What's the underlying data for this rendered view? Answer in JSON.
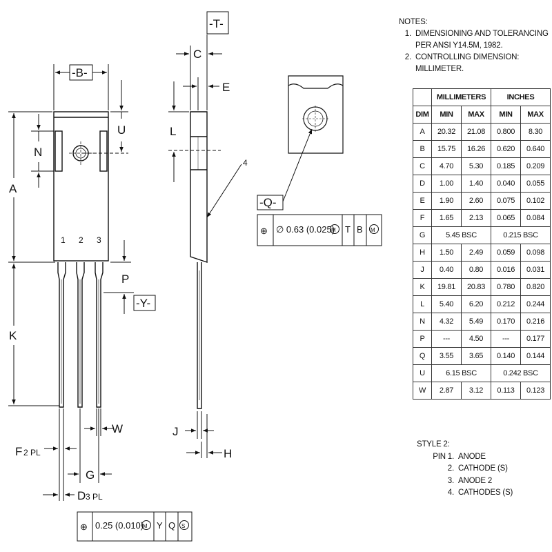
{
  "datum_labels": {
    "b": "-B-",
    "t": "-T-",
    "q": "-Q-",
    "y": "-Y-"
  },
  "dimension_labels": {
    "a": "A",
    "c": "C",
    "e": "E",
    "f": "F",
    "g": "G",
    "h": "H",
    "j": "J",
    "k": "K",
    "l": "L",
    "n": "N",
    "p": "P",
    "u": "U",
    "w": "W",
    "d": "D",
    "pl_suffix_f": "2 PL",
    "pl_suffix_d": "3 PL",
    "callout_4": "4"
  },
  "pin_numbers": [
    "1",
    "2",
    "3"
  ],
  "feature_control_top": {
    "symbol": "⊕",
    "value": "∅ 0.63 (0.025)",
    "modifier_1": "M",
    "datum_1": "T",
    "datum_2": "B",
    "modifier_2": "M"
  },
  "feature_control_bottom": {
    "symbol": "⊕",
    "value": "0.25 (0.010)",
    "modifier_1": "M",
    "datum_1": "Y",
    "datum_2": "Q",
    "modifier_2": "S"
  },
  "notes": {
    "heading": "NOTES:",
    "items": [
      {
        "num": "1.",
        "text": "DIMENSIONING AND TOLERANCING PER ANSI Y14.5M, 1982."
      },
      {
        "num": "2.",
        "text": "CONTROLLING DIMENSION: MILLIMETER."
      }
    ]
  },
  "table": {
    "group_headers": [
      "MILLIMETERS",
      "INCHES"
    ],
    "sub_headers": [
      "DIM",
      "MIN",
      "MAX",
      "MIN",
      "MAX"
    ],
    "rows": [
      [
        "A",
        "20.32",
        "21.08",
        "0.800",
        "8.30"
      ],
      [
        "B",
        "15.75",
        "16.26",
        "0.620",
        "0.640"
      ],
      [
        "C",
        "4.70",
        "5.30",
        "0.185",
        "0.209"
      ],
      [
        "D",
        "1.00",
        "1.40",
        "0.040",
        "0.055"
      ],
      [
        "E",
        "1.90",
        "2.60",
        "0.075",
        "0.102"
      ],
      [
        "F",
        "1.65",
        "2.13",
        "0.065",
        "0.084"
      ],
      [
        "G",
        "5.45 BSC",
        "",
        "0.215 BSC",
        ""
      ],
      [
        "H",
        "1.50",
        "2.49",
        "0.059",
        "0.098"
      ],
      [
        "J",
        "0.40",
        "0.80",
        "0.016",
        "0.031"
      ],
      [
        "K",
        "19.81",
        "20.83",
        "0.780",
        "0.820"
      ],
      [
        "L",
        "5.40",
        "6.20",
        "0.212",
        "0.244"
      ],
      [
        "N",
        "4.32",
        "5.49",
        "0.170",
        "0.216"
      ],
      [
        "P",
        "---",
        "4.50",
        "---",
        "0.177"
      ],
      [
        "Q",
        "3.55",
        "3.65",
        "0.140",
        "0.144"
      ],
      [
        "U",
        "6.15 BSC",
        "",
        "0.242 BSC",
        ""
      ],
      [
        "W",
        "2.87",
        "3.12",
        "0.113",
        "0.123"
      ]
    ]
  },
  "style2": {
    "heading": "STYLE 2:",
    "pins": [
      {
        "num": "PIN 1.",
        "name": "ANODE"
      },
      {
        "num": "2.",
        "name": "CATHODE (S)"
      },
      {
        "num": "3.",
        "name": "ANODE 2"
      },
      {
        "num": "4.",
        "name": "CATHODES (S)"
      }
    ]
  }
}
